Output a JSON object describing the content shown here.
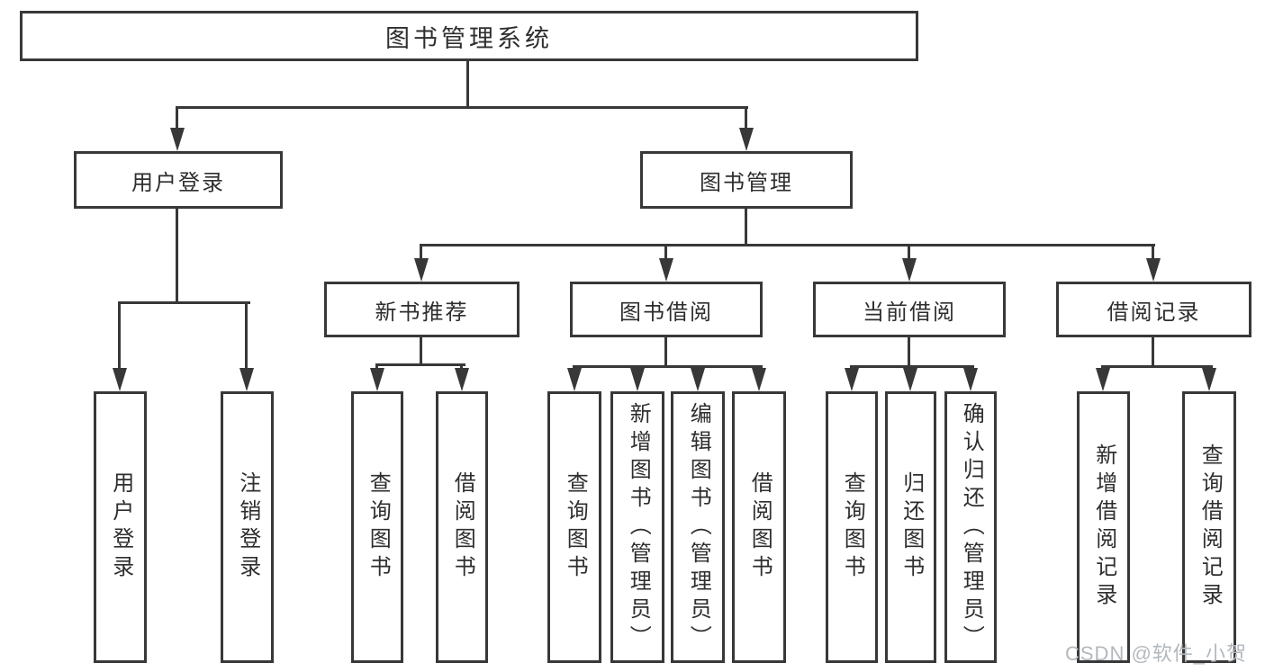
{
  "page": {
    "watermark": "CSDN @软件_小贺同学"
  },
  "colors": {
    "background": "#ffffff",
    "line": "#383838",
    "border": "#383838",
    "text": "#2e2e2e",
    "watermark": "#b3b8bd"
  },
  "nodes": {
    "root": "图书管理系统",
    "level2": [
      "用户登录",
      "图书管理"
    ],
    "level3": [
      "新书推荐",
      "图书借阅",
      "当前借阅",
      "借阅记录"
    ],
    "leaves": [
      "用户登录",
      "注销登录",
      "查询图书",
      "借阅图书",
      "查询图书",
      "新增图书（管理员）",
      "编辑图书（管理员）",
      "借阅图书",
      "查询图书",
      "归还图书",
      "确认归还（管理员）",
      "新增借阅记录",
      "查询借阅记录"
    ]
  },
  "hierarchy": {
    "图书管理系统": [
      "用户登录",
      "图书管理"
    ],
    "用户登录": [
      "用户登录",
      "注销登录"
    ],
    "图书管理": [
      "新书推荐",
      "图书借阅",
      "当前借阅",
      "借阅记录"
    ],
    "新书推荐": [
      "查询图书",
      "借阅图书"
    ],
    "图书借阅": [
      "查询图书",
      "新增图书（管理员）",
      "编辑图书（管理员）",
      "借阅图书"
    ],
    "当前借阅": [
      "查询图书",
      "归还图书",
      "确认归还（管理员）"
    ],
    "借阅记录": [
      "新增借阅记录",
      "查询借阅记录"
    ]
  }
}
